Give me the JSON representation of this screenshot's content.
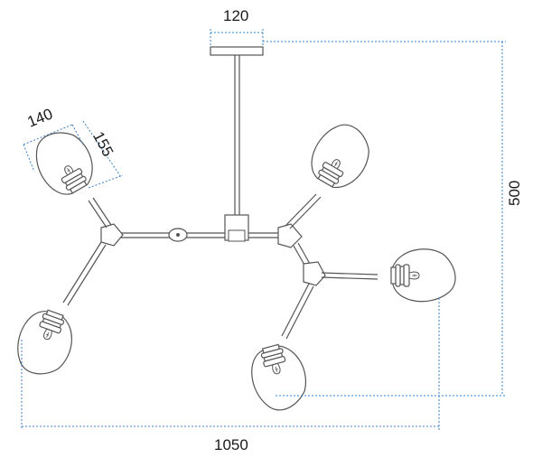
{
  "dimensions": {
    "canopy_width": "120",
    "overall_width": "1050",
    "overall_height": "500",
    "shade_width": "140",
    "shade_height": "155"
  },
  "colors": {
    "line": "#555555",
    "dimension_line": "#3b7fc4",
    "text": "#1a1a1a"
  },
  "icons": [
    "pendant-shade-icon",
    "lamp-bulb-icon"
  ]
}
